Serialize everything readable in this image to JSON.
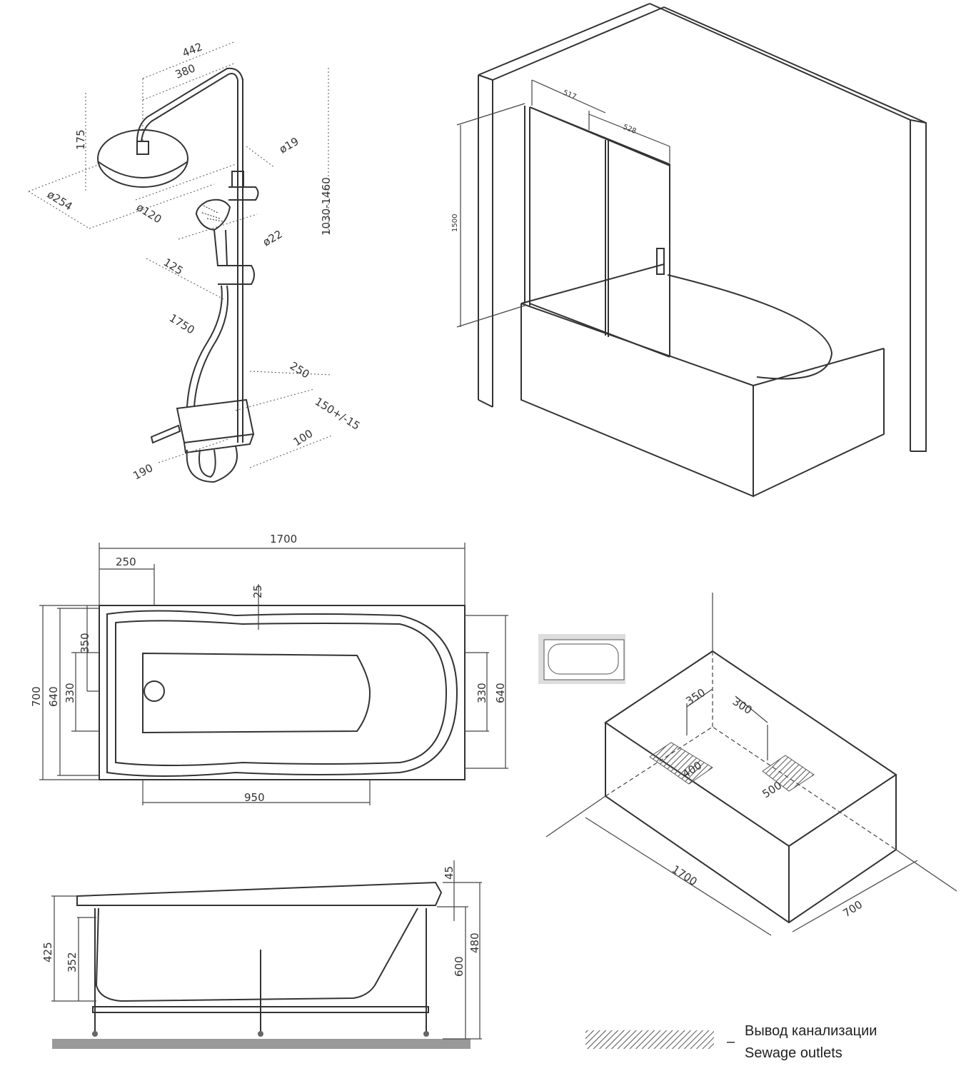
{
  "shower_system": {
    "dims": {
      "arm_total": "442",
      "arm_reach": "380",
      "head_height": "175",
      "pipe_diameter": "ø19",
      "head_diameter": "ø254",
      "hand_diameter": "ø120",
      "bar_diameter": "ø22",
      "hand_offset": "125",
      "hose_length": "1750",
      "height_range": "1030-1460",
      "shelf_depth": "250",
      "inlet_spacing": "150+/-15",
      "inlet_offset": "100",
      "spout_length": "190"
    }
  },
  "bath_screen": {
    "dims": {
      "panel_fixed": "517",
      "panel_sliding": "528",
      "height": "1500"
    }
  },
  "plan_view": {
    "dims": {
      "length": "1700",
      "drain_offset": "250",
      "rim_offset": "25",
      "drain_y": "350",
      "inner_left": "330",
      "width": "700",
      "inner_width_left": "640",
      "inner_right": "330",
      "inner_width_right": "640",
      "floor_length": "950"
    }
  },
  "side_view": {
    "dims": {
      "rim": "45",
      "depth_total": "425",
      "depth_inner": "352",
      "height_rim": "480",
      "height_total": "600"
    }
  },
  "install_view": {
    "dims": {
      "outlet1_x": "350",
      "outlet2_x": "300",
      "outlet1_size": "400",
      "outlet2_size": "500",
      "length": "1700",
      "width": "700"
    }
  },
  "legend": {
    "label_ru": "Вывод канализации",
    "label_en": "Sewage outlets",
    "dash": "–"
  }
}
